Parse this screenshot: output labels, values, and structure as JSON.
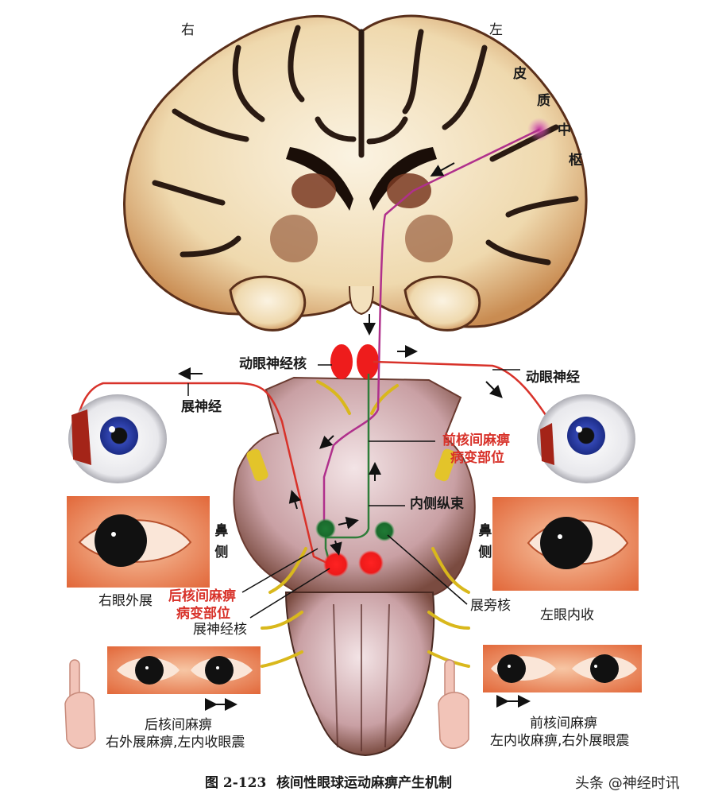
{
  "figure": {
    "side_labels": {
      "right": "右",
      "left": "左"
    },
    "cortex_center": [
      "皮",
      "质",
      "中",
      "枢"
    ],
    "labels": {
      "oculomotor_nucleus": "动眼神经核",
      "oculomotor_nerve": "动眼神经",
      "abducens_nerve": "展神经",
      "anterior_lesion": [
        "前核间麻痹",
        "病变部位"
      ],
      "mlf": "内侧纵束",
      "posterior_lesion": [
        "后核间麻痹",
        "病变部位"
      ],
      "abducens_nucleus": "展神经核",
      "paraabducens_nucleus": "展旁核",
      "nasal_side_left": "鼻侧",
      "nasal_side_right": "鼻侧",
      "right_eye_abduction": "右眼外展",
      "left_eye_adduction": "左眼内收"
    },
    "panels": {
      "posterior": {
        "title": "后核间麻痹",
        "desc": "右外展麻痹,左内收眼震"
      },
      "anterior": {
        "title": "前核间麻痹",
        "desc": "左内收麻痹,右外展眼震"
      }
    },
    "caption": {
      "number": "图 2-123",
      "text": "核间性眼球运动麻痹产生机制"
    },
    "watermark": "头条 @神经时讯",
    "colors": {
      "cortex_pathway": "#b0308c",
      "nerve_red": "#d8322a",
      "mlf_green": "#2f7d3a",
      "brain_tan": "#e8cfa0",
      "brain_dark": "#2a1a12",
      "brainstem": "#c79a9a",
      "eye_skin": "#e8784a",
      "iris_blue": "#2b3fa0"
    }
  }
}
